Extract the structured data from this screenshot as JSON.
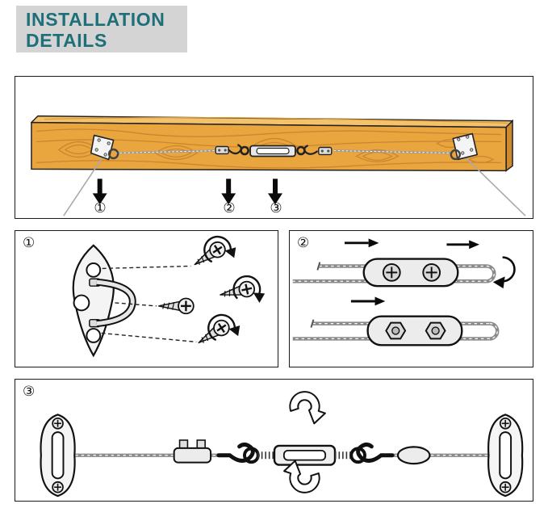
{
  "title": {
    "line1": "INSTALLATION",
    "line2": "DETAILS"
  },
  "colors": {
    "title_bg": "#d4d4d4",
    "title_text": "#1e6f78",
    "panel_border": "#1a1a1a",
    "wood_front": "#e9a53e",
    "wood_top": "#f3c26b",
    "wood_end": "#d08a2e",
    "wood_grain": "#c9822f",
    "metal": "#ededed",
    "rope": "#8a8a8a",
    "arrow_black": "#0a0a0a"
  },
  "overview_panel": {
    "callouts": [
      {
        "label": "①"
      },
      {
        "label": "②"
      },
      {
        "label": "③"
      }
    ]
  },
  "step_panels": [
    {
      "badge": "①"
    },
    {
      "badge": "②"
    },
    {
      "badge": "③"
    }
  ]
}
